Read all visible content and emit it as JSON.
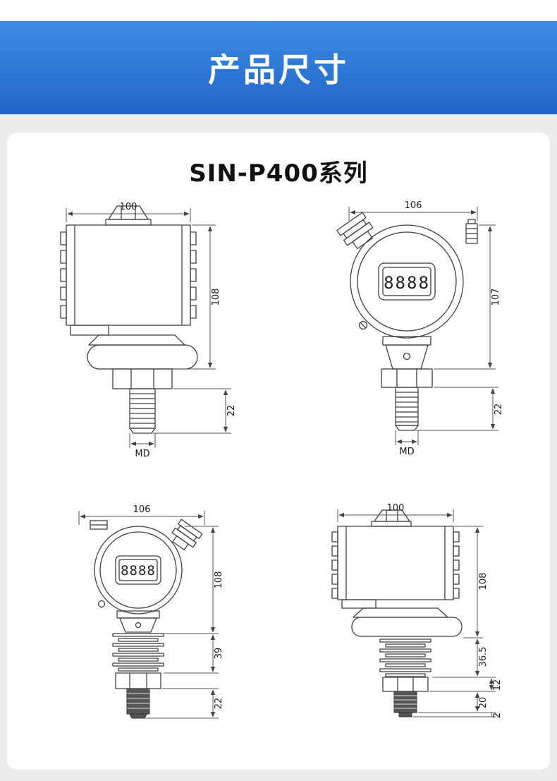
{
  "header": {
    "title": "产品尺寸"
  },
  "series": {
    "title": "SIN-P400系列"
  },
  "display": {
    "digits": "8888"
  },
  "drawings": {
    "d1": {
      "width": "100",
      "height": "108",
      "thread_len": "22",
      "thread_label": "MD"
    },
    "d2": {
      "width": "106",
      "height": "107",
      "thread_len": "22",
      "thread_label": "MD"
    },
    "d3": {
      "width": "106",
      "height": "108",
      "fin_len": "39",
      "thread_len": "22"
    },
    "d4": {
      "width": "100",
      "height": "108",
      "fin_len": "36.5",
      "nut_len": "12",
      "thread_len": "20",
      "tip_len": "2"
    }
  },
  "colors": {
    "banner_top": "#3f8ce4",
    "banner_bottom": "#2065c9",
    "line": "#3f3f3f",
    "background": "#ececec"
  }
}
